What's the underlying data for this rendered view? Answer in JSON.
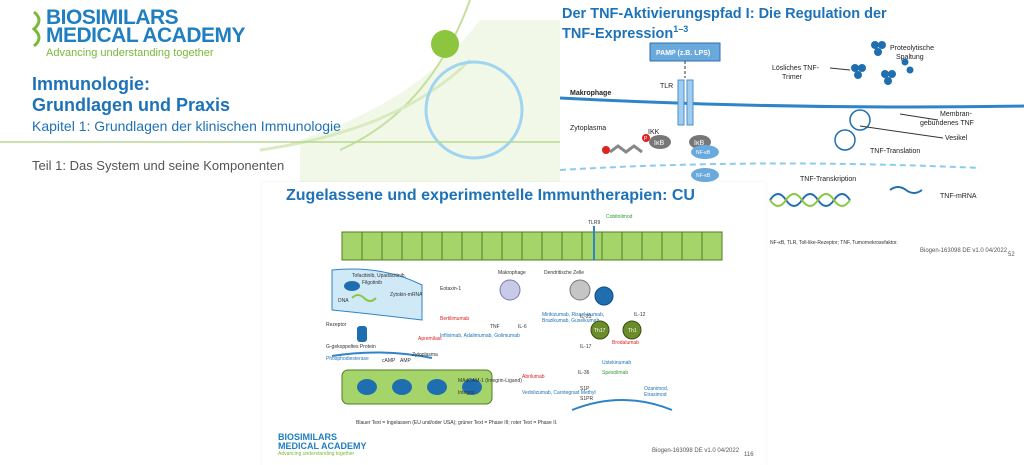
{
  "slide_main": {
    "logo": {
      "line1": "BIOSIMILARS",
      "line2": "MEDICAL ACADEMY",
      "tagline": "Advancing understanding together"
    },
    "title_line1": "Immunologie:",
    "title_line2": "Grundlagen und Praxis",
    "chapter": "Kapitel 1: Grundlagen der klinischen Immunologie",
    "part": "Teil 1: Das System und seine Komponenten"
  },
  "slide_tnf": {
    "title_line1": "Der TNF-Aktivierungspfad I: Die Regulation der",
    "title_line2": "TNF-Expression",
    "title_sup": "1–3",
    "labels": {
      "pamp": "PAMP (z.B. LPS)",
      "tlr": "TLR",
      "makrophage": "Makrophage",
      "zytoplasma": "Zytoplasma",
      "ikk": "IKK",
      "ikb": "IκB",
      "nfkb": "NF-κB",
      "p": "P",
      "loesliches": "Lösliches TNF-Trimer",
      "proteolytische": "Proteolytische Spaltung",
      "membran": "Membran-gebundenes TNF",
      "vesikel": "Vesikel",
      "translation": "TNF-Translation",
      "transkription": "TNF-Transkription",
      "mrna": "TNF-mRNA"
    },
    "footer_code": "Biogen-163098 DE v1.0 04/2022",
    "page_number": "52"
  },
  "slide_therapy": {
    "title": "Zugelassene und experimentelle Immuntherapien: CU",
    "labels": {
      "tlr9": "TLR9",
      "cobitolimod": "Cobitolimod",
      "tofacitinib": "Tofacitinib, Upadacitinib,",
      "filgotinib": "Filgotinib",
      "makrophage": "Makrophage",
      "dendritische": "Dendritische Zelle",
      "eotaxin": "Eotaxin-1",
      "bertilimumab": "Bertilimumab",
      "tnf": "TNF",
      "il6": "IL-6",
      "infliximab": "Infliximab, Adalimumab, Golimumab",
      "rezeptor": "Rezeptor",
      "gprotein": "G-gekoppeltes Protein",
      "pde": "Phosphodiesterase",
      "apremilast": "Apremilast",
      "camp": "cAMP",
      "amp": "AMP",
      "zytoplasma": "Zytoplasma",
      "madcam": "MAdCAM-1 (Integrin-Ligand)",
      "integrin": "Integrin",
      "abrilumab": "Abrilumab",
      "vedolizumab": "Vedolizumab, Carotegrast Methyl",
      "mirikizumab": "Mirikizumab, Risankizumab, Brazikumab, Guselkumab",
      "il23": "IL-23",
      "il12": "IL-12",
      "th17": "Th17",
      "th1": "Th1",
      "il17": "IL-17",
      "brodalumab": "Brodalumab",
      "ustekinumab": "Ustekinumab",
      "il36": "IL-36",
      "spesolimab": "Spesolimab",
      "s1p": "S1P",
      "s1pr": "S1PR",
      "ozanimod": "Ozanimod, Etrasimod",
      "dna": "DNA",
      "zytokin": "Zytokin-mRNA",
      "legend": "Blauer Text = Ingelassen (EU und/oder USA); grüner Text = Phase III; roter Text = Phase II."
    },
    "footer_code": "Biogen-163098 DE v1.0 04/2022",
    "page_number": "116",
    "logo": {
      "line1": "BIOSIMILARS",
      "line2": "MEDICAL ACADEMY",
      "tagline": "Advancing understanding together"
    }
  },
  "colors": {
    "brand_blue": "#1e72b8",
    "brand_green": "#7ab83a",
    "cell_green": "#8cc63f"
  }
}
